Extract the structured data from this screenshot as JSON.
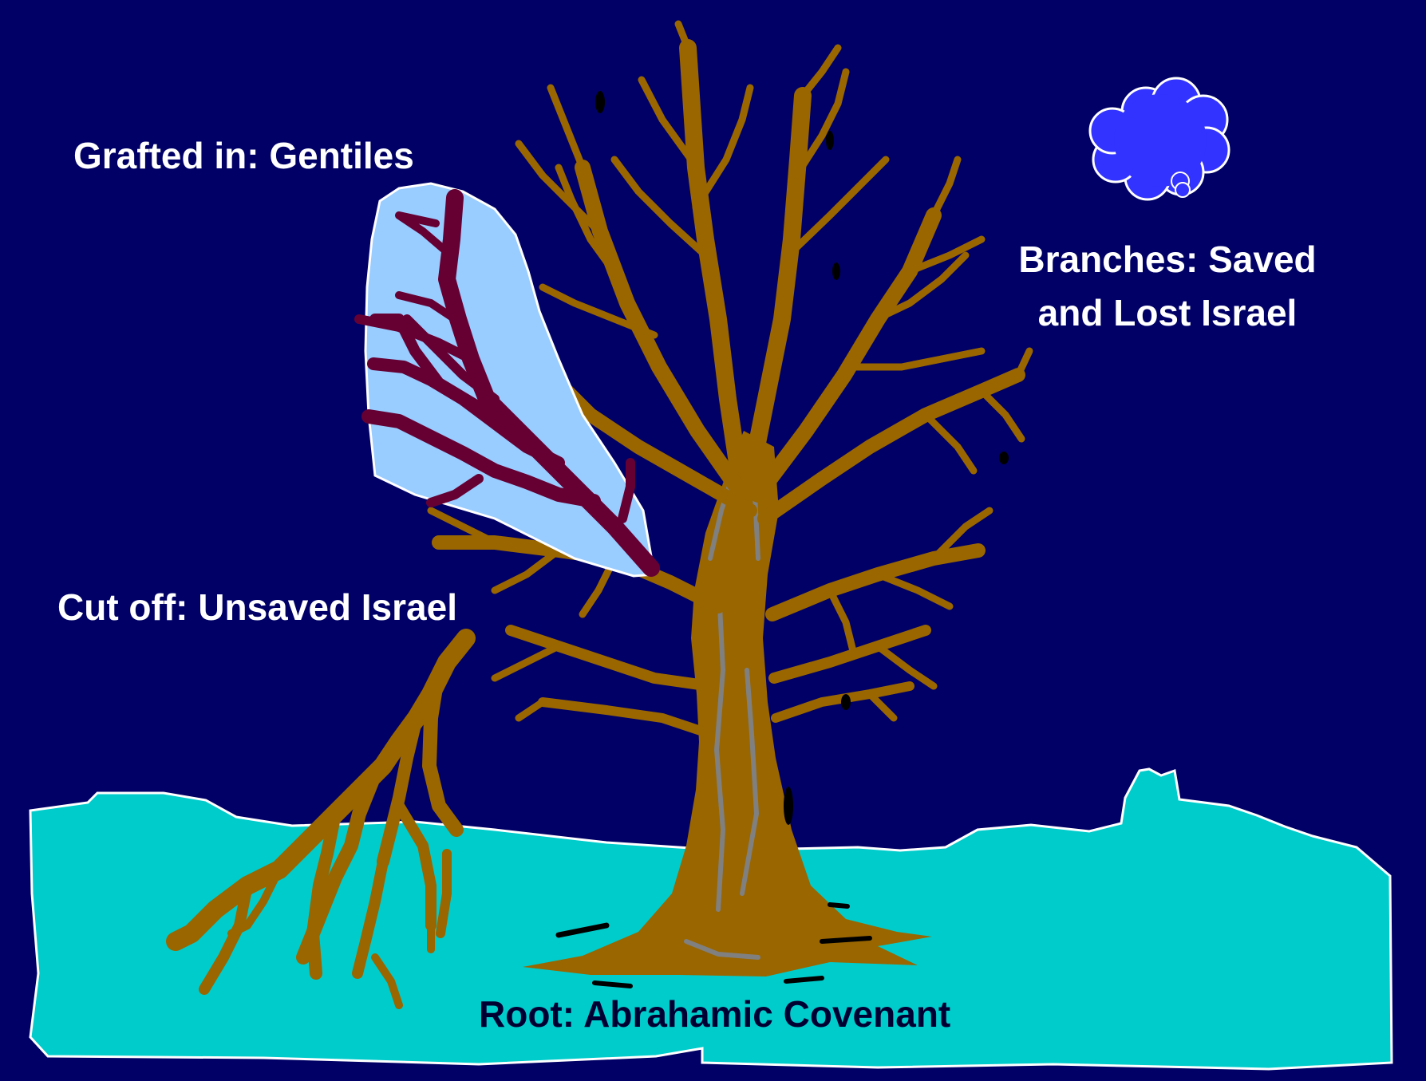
{
  "colors": {
    "background": "#000066",
    "ground": "#00CCCC",
    "ground_outline": "#FFFFFF",
    "tree": "#996600",
    "tree_highlight": "#808080",
    "grafted_panel": "#99CCFF",
    "grafted_branch": "#660033",
    "cloud": "#3333FF",
    "label_light": "#FFFFFF",
    "label_dark": "#000033"
  },
  "labels": {
    "grafted": "Grafted in: Gentiles",
    "cut_off": "Cut off: Unsaved Israel",
    "branches_line1": "Branches: Saved",
    "branches_line2": "and Lost Israel",
    "root": "Root: Abrahamic Covenant"
  },
  "icons": {
    "tree": "olive-tree-icon",
    "cloud": "cloud-icon",
    "grafted_branch": "grafted-branch-icon",
    "cut_branch": "cut-off-branch-icon"
  }
}
